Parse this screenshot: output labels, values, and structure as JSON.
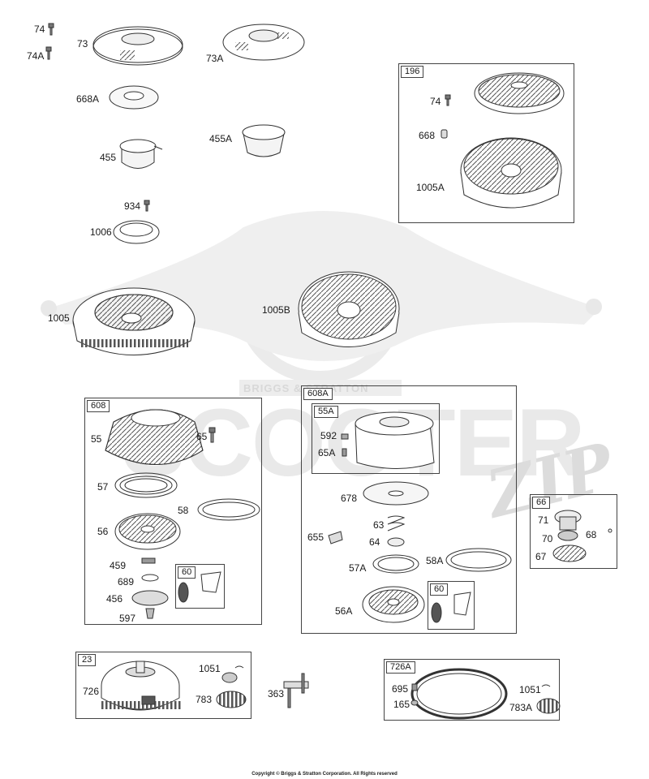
{
  "watermark": {
    "brand_text": "SCOOTER",
    "script_text": "ZIP",
    "banner_text": "BRIGGS & STRATTON"
  },
  "groups": [
    {
      "id": "196",
      "label": "196"
    },
    {
      "id": "608",
      "label": "608"
    },
    {
      "id": "608A",
      "label": "608A"
    },
    {
      "id": "55A",
      "label": "55A"
    },
    {
      "id": "60-a",
      "label": "60"
    },
    {
      "id": "60-b",
      "label": "60"
    },
    {
      "id": "66",
      "label": "66"
    },
    {
      "id": "23",
      "label": "23"
    },
    {
      "id": "726A",
      "label": "726A"
    }
  ],
  "callouts": [
    "74",
    "74A",
    "73",
    "73A",
    "668A",
    "455",
    "455A",
    "934",
    "1006",
    "196-74",
    "196-668",
    "196-1005A",
    "1005",
    "1005B",
    "55",
    "65",
    "57",
    "58",
    "56",
    "459",
    "689",
    "456",
    "597",
    "592",
    "65A",
    "678",
    "63",
    "655",
    "64",
    "57A",
    "58A",
    "56A",
    "71",
    "70",
    "68",
    "67",
    "1051",
    "726",
    "783",
    "363",
    "695",
    "165",
    "726A-1051",
    "783A"
  ],
  "labels": {
    "74": "74",
    "74A": "74A",
    "73": "73",
    "73A": "73A",
    "668A": "668A",
    "455": "455",
    "455A": "455A",
    "934": "934",
    "1006": "1006",
    "196-74": "74",
    "196-668": "668",
    "196-1005A": "1005A",
    "1005": "1005",
    "1005B": "1005B",
    "55": "55",
    "65": "65",
    "57": "57",
    "58": "58",
    "56": "56",
    "459": "459",
    "689": "689",
    "456": "456",
    "597": "597",
    "592": "592",
    "65A": "65A",
    "678": "678",
    "63": "63",
    "655": "655",
    "64": "64",
    "57A": "57A",
    "58A": "58A",
    "56A": "56A",
    "71": "71",
    "70": "70",
    "68": "68",
    "67": "67",
    "1051": "1051",
    "726": "726",
    "783": "783",
    "363": "363",
    "695": "695",
    "165": "165",
    "726A-1051": "1051",
    "783A": "783A"
  },
  "copyright": "Copyright © Briggs & Stratton Corporation. All Rights reserved"
}
